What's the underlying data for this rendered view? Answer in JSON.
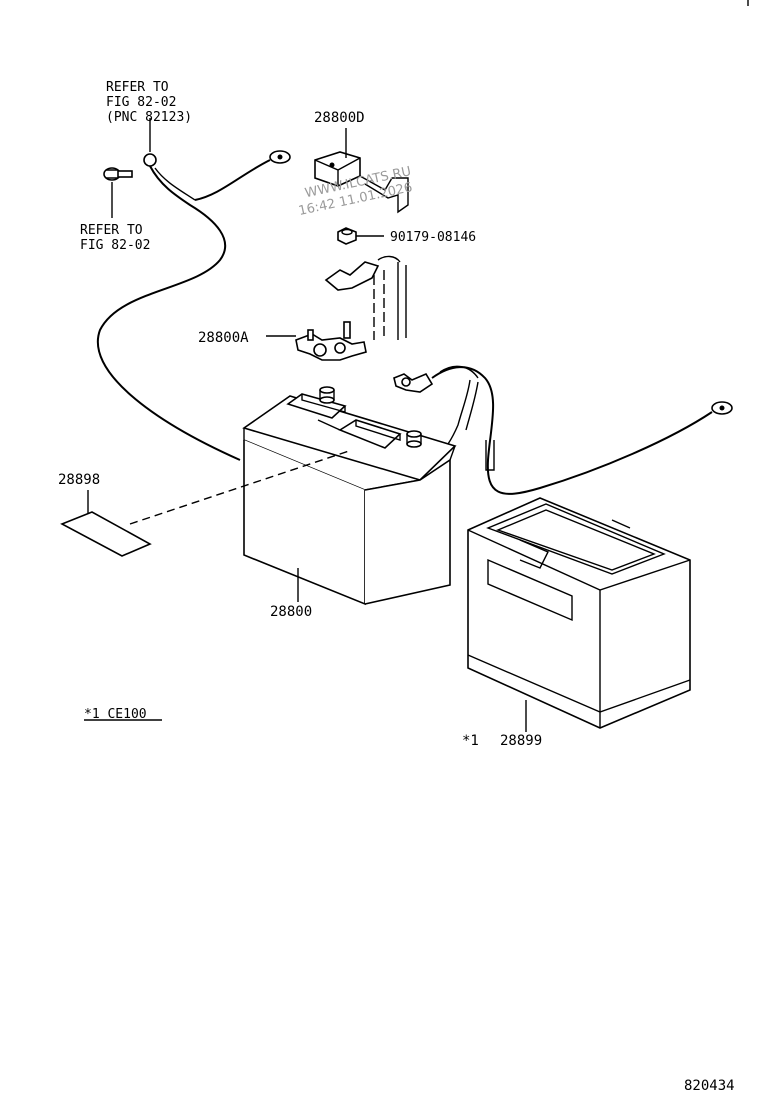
{
  "labels": {
    "refer_top_1": "REFER TO",
    "refer_top_2": "FIG 82-02",
    "refer_top_3": "(PNC 82123)",
    "refer_mid_1": "REFER TO",
    "refer_mid_2": "FIG 82-02",
    "part_28800D": "28800D",
    "part_90179": "90179-08146",
    "part_28800A": "28800A",
    "part_28898": "28898",
    "part_28800": "28800",
    "part_28899": "28899",
    "star_note": "*1",
    "footnote": "*1 CE100",
    "figure_no": "820434"
  },
  "watermark": {
    "line1": "WWW.ILCATS.RU",
    "line2": "16:42 11.01.2026"
  },
  "colors": {
    "ink": "#000000",
    "watermark": "#9a9a9a",
    "background": "#ffffff"
  }
}
